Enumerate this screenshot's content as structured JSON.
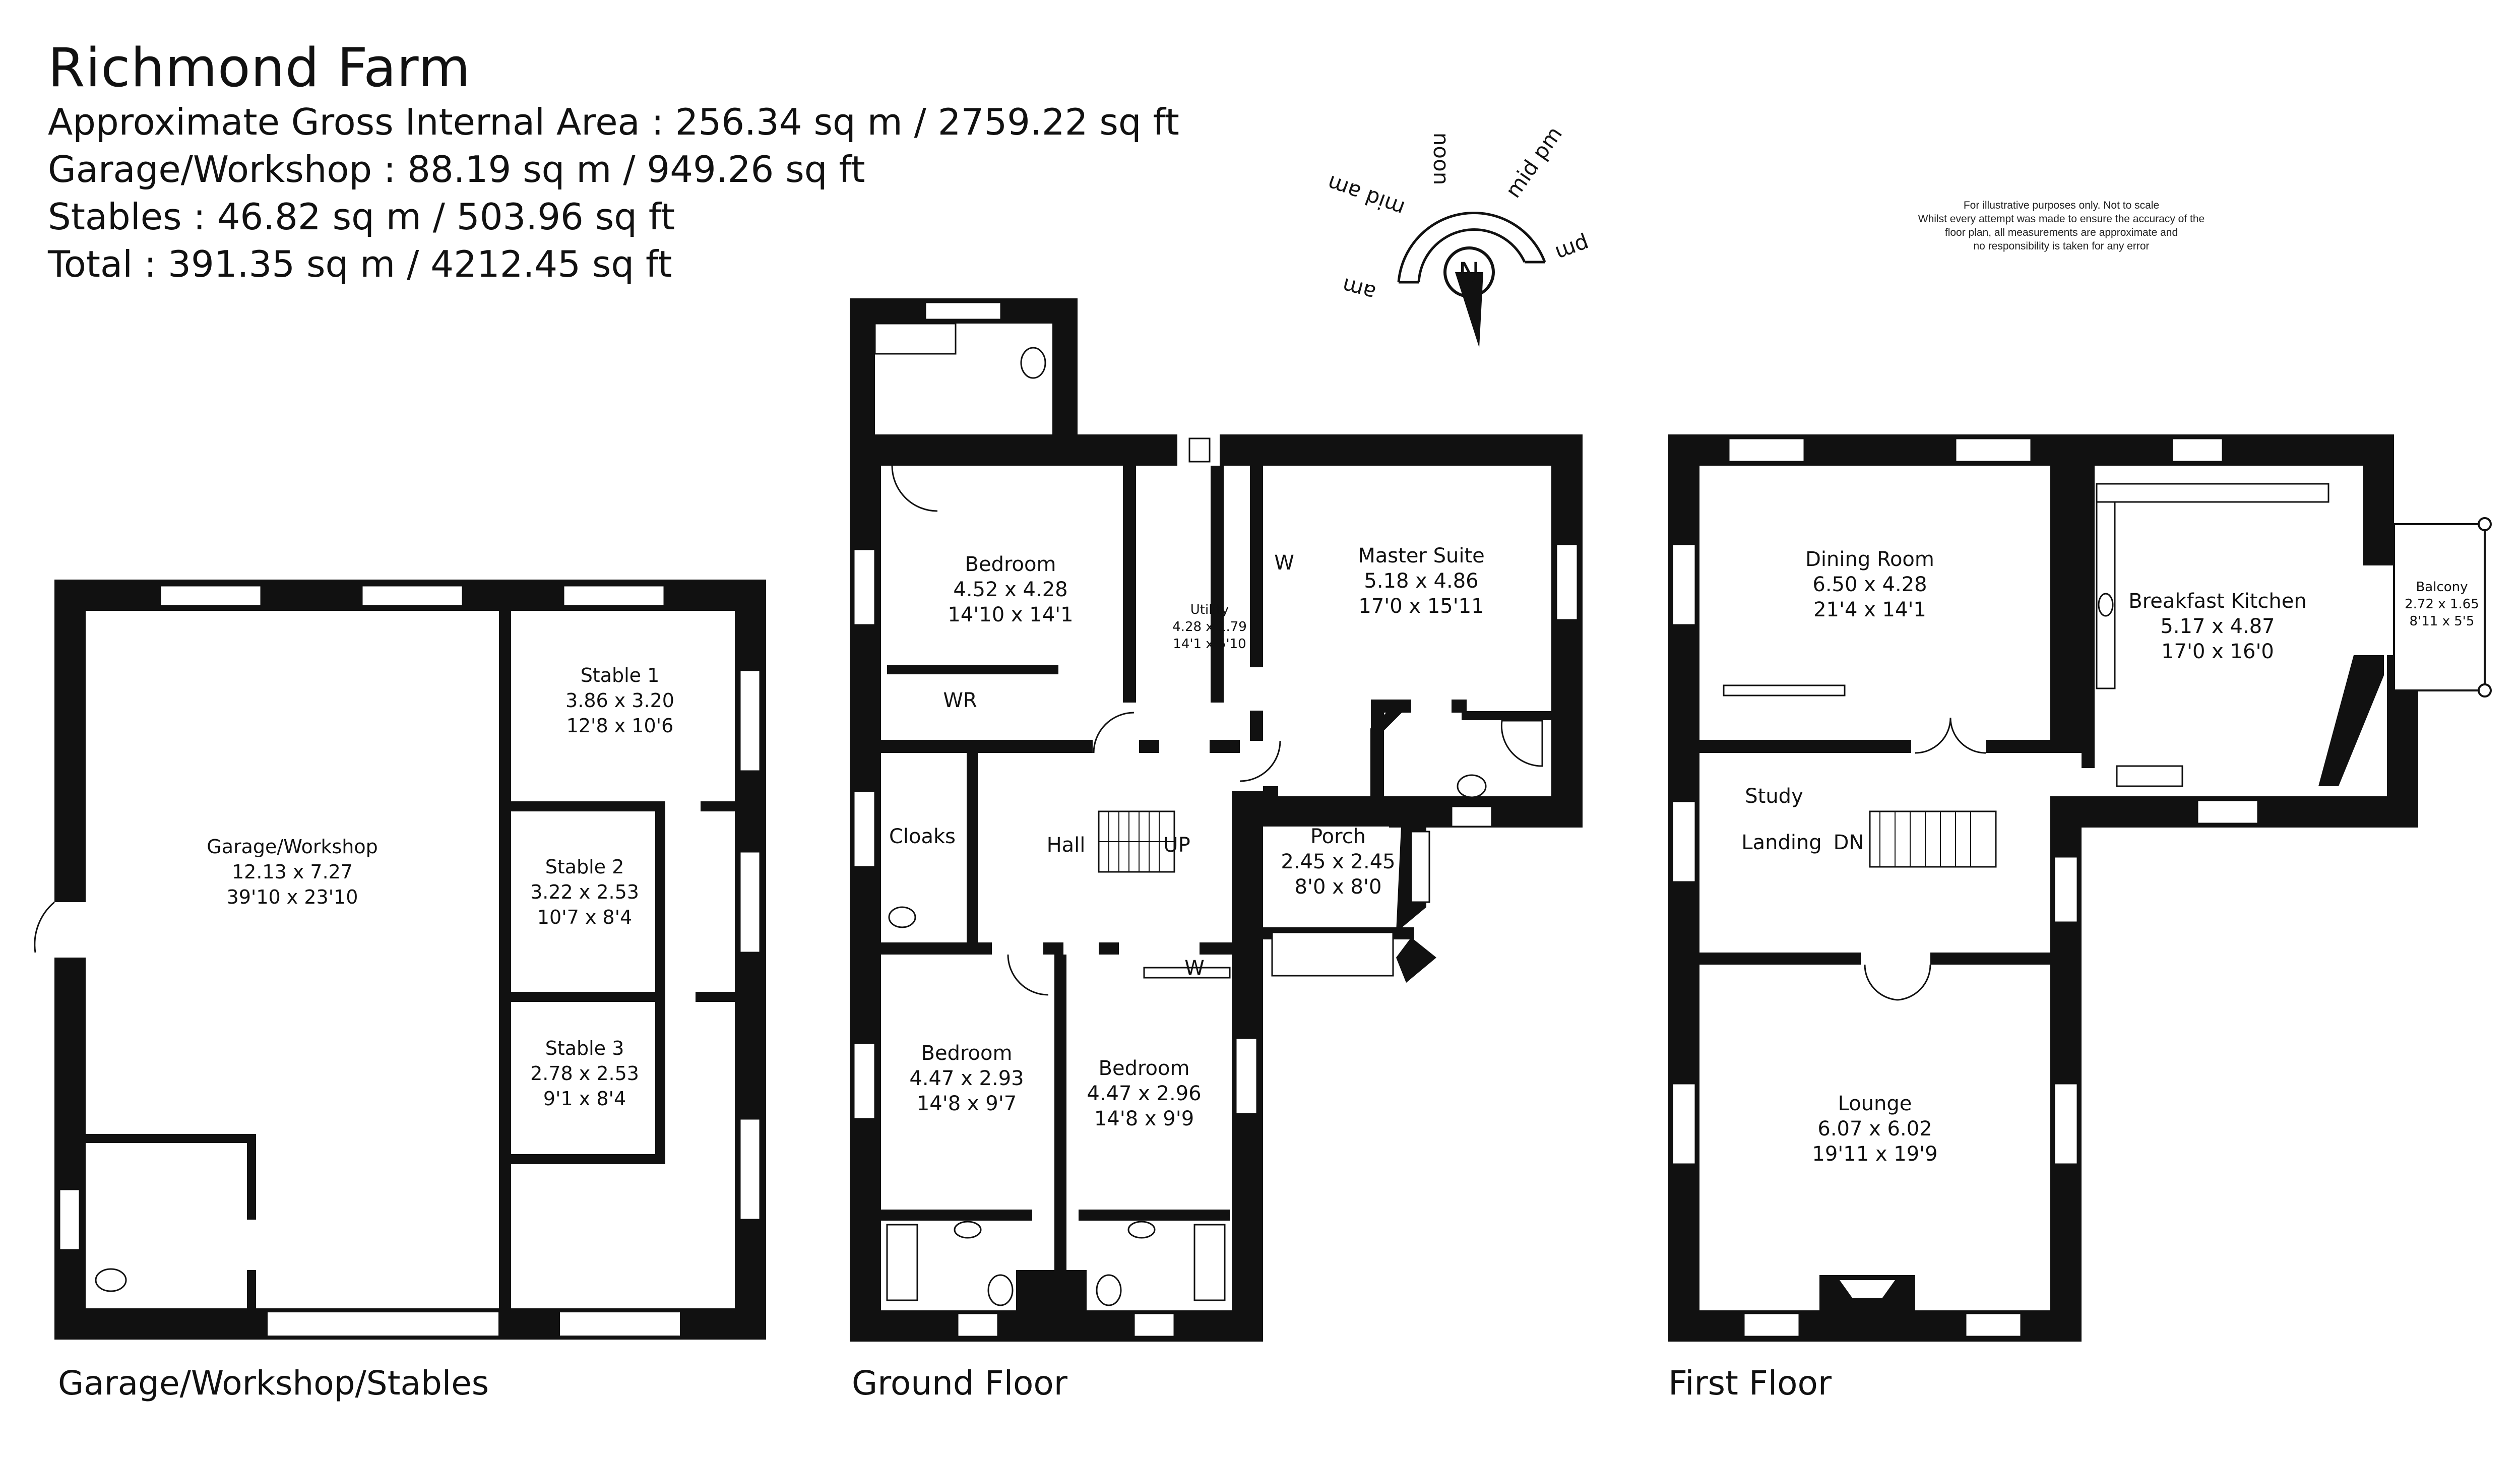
{
  "header": {
    "title": "Richmond Farm",
    "areas": [
      "Approximate Gross Internal Area : 256.34 sq m / 2759.22 sq ft",
      "Garage/Workshop : 88.19 sq m / 949.26 sq ft",
      "Stables : 46.82 sq m / 503.96 sq ft",
      "Total : 391.35 sq m / 4212.45 sq ft"
    ]
  },
  "disclaimer": {
    "line1": "For illustrative purposes only. Not to scale",
    "line2": "Whilst every attempt was made to ensure the accuracy of the",
    "line3": "floor plan, all measurements are approximate and",
    "line4": "no responsibility is taken for any error"
  },
  "compass": {
    "north": "N",
    "labels": {
      "am": "am",
      "mid_am": "mid am",
      "noon": "noon",
      "mid_pm": "mid pm",
      "pm": "pm"
    }
  },
  "sections": {
    "outbuildings": "Garage/Workshop/Stables",
    "ground": "Ground Floor",
    "first": "First Floor"
  },
  "rooms": {
    "garage": {
      "name": "Garage/Workshop",
      "metric": "12.13 x 7.27",
      "imperial": "39'10 x 23'10"
    },
    "stable1": {
      "name": "Stable 1",
      "metric": "3.86 x 3.20",
      "imperial": "12'8 x 10'6"
    },
    "stable2": {
      "name": "Stable 2",
      "metric": "3.22 x 2.53",
      "imperial": "10'7 x 8'4"
    },
    "stable3": {
      "name": "Stable 3",
      "metric": "2.78 x 2.53",
      "imperial": "9'1 x 8'4"
    },
    "bedroom_gf1": {
      "name": "Bedroom",
      "metric": "4.52 x 4.28",
      "imperial": "14'10 x 14'1"
    },
    "utility": {
      "name": "Utility",
      "metric": "4.28 x 1.79",
      "imperial": "14'1 x 5'10"
    },
    "master": {
      "name": "Master Suite",
      "metric": "5.18 x 4.86",
      "imperial": "17'0 x 15'11"
    },
    "porch": {
      "name": "Porch",
      "metric": "2.45 x 2.45",
      "imperial": "8'0 x 8'0"
    },
    "bedroom_gf2": {
      "name": "Bedroom",
      "metric": "4.47 x 2.93",
      "imperial": "14'8 x 9'7"
    },
    "bedroom_gf3": {
      "name": "Bedroom",
      "metric": "4.47 x 2.96",
      "imperial": "14'8 x 9'9"
    },
    "dining": {
      "name": "Dining Room",
      "metric": "6.50 x 4.28",
      "imperial": "21'4 x 14'1"
    },
    "kitchen": {
      "name": "Breakfast Kitchen",
      "metric": "5.17 x 4.87",
      "imperial": "17'0 x 16'0"
    },
    "balcony": {
      "name": "Balcony",
      "metric": "2.72 x 1.65",
      "imperial": "8'11 x 5'5"
    },
    "lounge": {
      "name": "Lounge",
      "metric": "6.07 x 6.02",
      "imperial": "19'11 x 19'9"
    }
  },
  "labels": {
    "wr": "WR",
    "w_master": "W",
    "w_hall": "W",
    "cloaks": "Cloaks",
    "hall": "Hall",
    "up": "UP",
    "study": "Study",
    "landing": "Landing",
    "dn": "DN"
  }
}
